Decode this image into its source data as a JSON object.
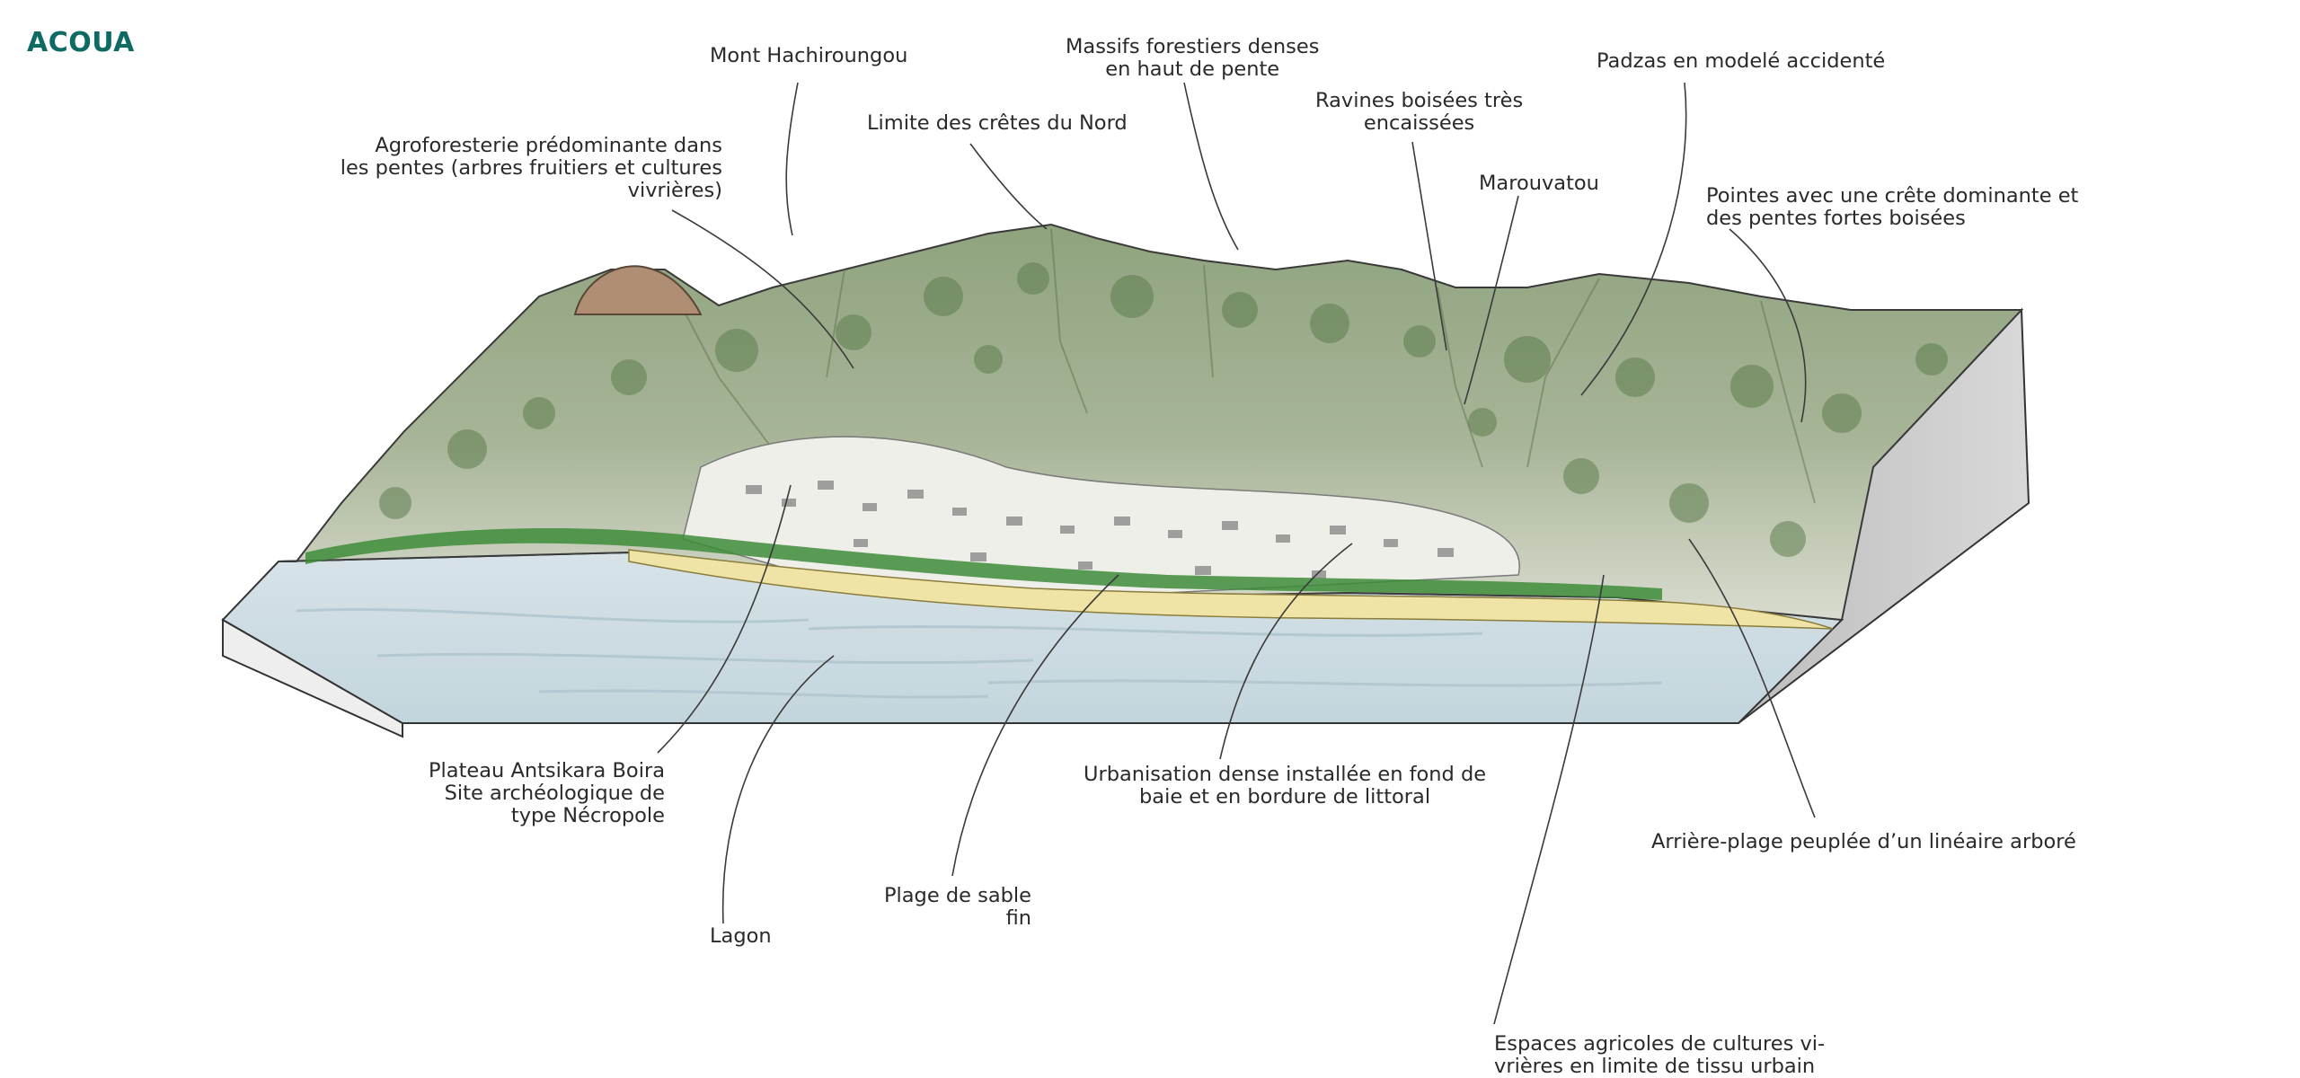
{
  "title": "ACOUA",
  "labels": {
    "mont": [
      "Mont Hachiroungou"
    ],
    "limite": [
      "Limite des crêtes du Nord"
    ],
    "massifs": [
      "Massifs forestiers denses",
      "en haut de pente"
    ],
    "ravines": [
      "Ravines boisées très",
      "encaissées"
    ],
    "padzas": [
      "Padzas en modelé accidenté"
    ],
    "marouvatou": [
      "Marouvatou"
    ],
    "pointes": [
      "Pointes avec une crête dominante et",
      "des pentes fortes boisées"
    ],
    "agro": [
      "Agroforesterie prédominante dans",
      "les pentes (arbres fruitiers et cultures",
      "vivrières)"
    ],
    "plateau": [
      "Plateau Antsikara Boira",
      "Site archéologique de",
      "type Nécropole"
    ],
    "lagon": [
      "Lagon"
    ],
    "plage": [
      "Plage de sable",
      "fin"
    ],
    "urbanisation": [
      "Urbanisation dense  installée en fond de",
      "baie et en bordure de littoral"
    ],
    "arriere": [
      "Arrière-plage peuplée d’un linéaire arboré"
    ],
    "espaces": [
      "Espaces agricoles de cultures vi-",
      "vrières en limite de tissu urbain"
    ]
  },
  "colors": {
    "title": "#0d6b63",
    "lagoon": "#c9d9df",
    "sand": "#efe4a6",
    "vegetation": "#6f8a5f",
    "block_side": "#cfcfcf"
  }
}
